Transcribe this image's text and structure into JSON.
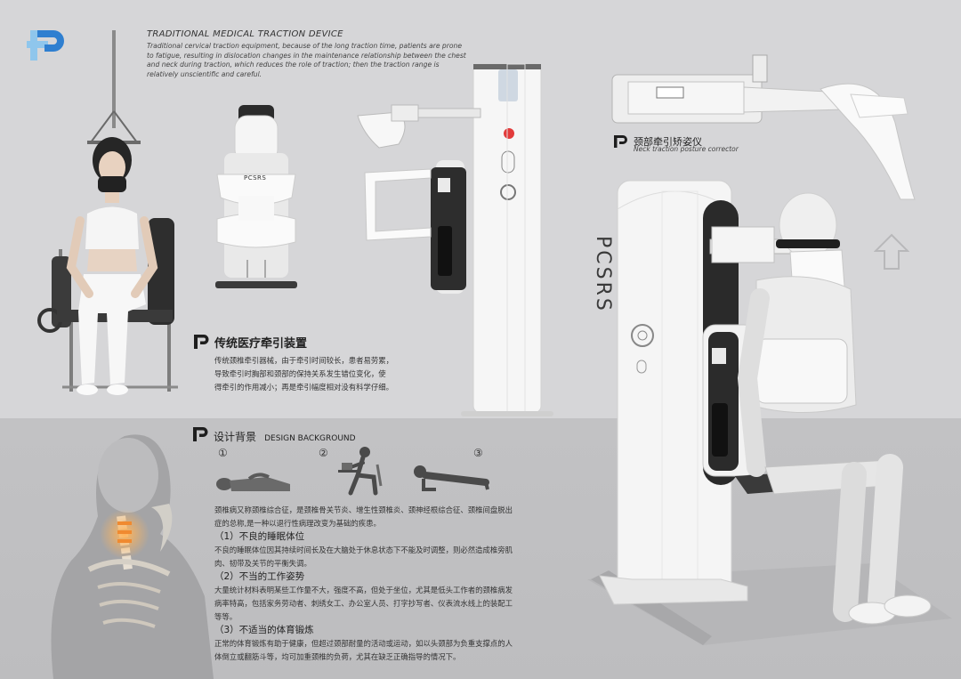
{
  "header": {
    "title": "TRADITIONAL MEDICAL TRACTION DEVICE",
    "description_en": "Traditional cervical traction equipment, because of the long traction time, patients are prone to fatigue, resulting in dislocation changes in the maintenance relationship between the chest and neck during traction, which reduces the role of traction; then the traction range is relatively unscientific and careful."
  },
  "device": {
    "brand": "PCSRS"
  },
  "neck_corrector": {
    "label_cn": "颈部牵引矫姿仪",
    "label_en": "Neck traction posture corrector"
  },
  "traditional": {
    "heading_cn": "传统医疗牵引装置",
    "body_cn": [
      "传统颈椎牵引器械，由于牵引时间较长，患者易劳累，",
      "导致牵引时胸部和颈部的保持关系发生错位变化，使",
      "得牵引的作用减小；再是牵引幅度相对没有科学仔细。"
    ]
  },
  "background": {
    "heading_cn": "设计背景",
    "heading_en": "DESIGN BACKGROUND",
    "numbers": [
      "①",
      "②",
      "③"
    ],
    "intro": [
      "颈椎病又称颈椎综合征，是颈椎骨关节炎、增生性颈椎炎、颈神经根综合征、颈椎间盘脱出",
      "症的总称,是一种以退行性病理改变为基础的疾患。"
    ],
    "sections": [
      {
        "title": "（1）不良的睡眠体位",
        "lines": [
          "不良的睡眠体位因其持续时间长及在大脑处于休息状态下不能及时调整，则必然造成椎旁肌",
          "肉、韧带及关节的平衡失调。"
        ]
      },
      {
        "title": "（2）不当的工作姿势",
        "lines": [
          "大量统计材料表明某些工作量不大，强度不高，但处于坐位，尤其是低头工作者的颈椎病发",
          "病率特高，包括家务劳动者、刺绣女工、办公室人员、打字抄写者、仪表流水线上的装配工",
          "等等。"
        ]
      },
      {
        "title": "（3）不适当的体育锻炼",
        "lines": [
          "正常的体育锻炼有助于健康，但超过颈部耐量的活动或运动，如以头颈部为负重支撑点的人",
          "体倒立或翻筋斗等，均可加重颈椎的负荷，尤其在缺乏正确指导的情况下。"
        ]
      }
    ]
  },
  "colors": {
    "accent": "#1e6fe0",
    "background_top": "#d6d6d8",
    "background_bottom": "#c0c0c2",
    "device_white": "#f4f4f4",
    "device_dark": "#2c2c2e",
    "skeleton_highlight": "#f08a30"
  }
}
